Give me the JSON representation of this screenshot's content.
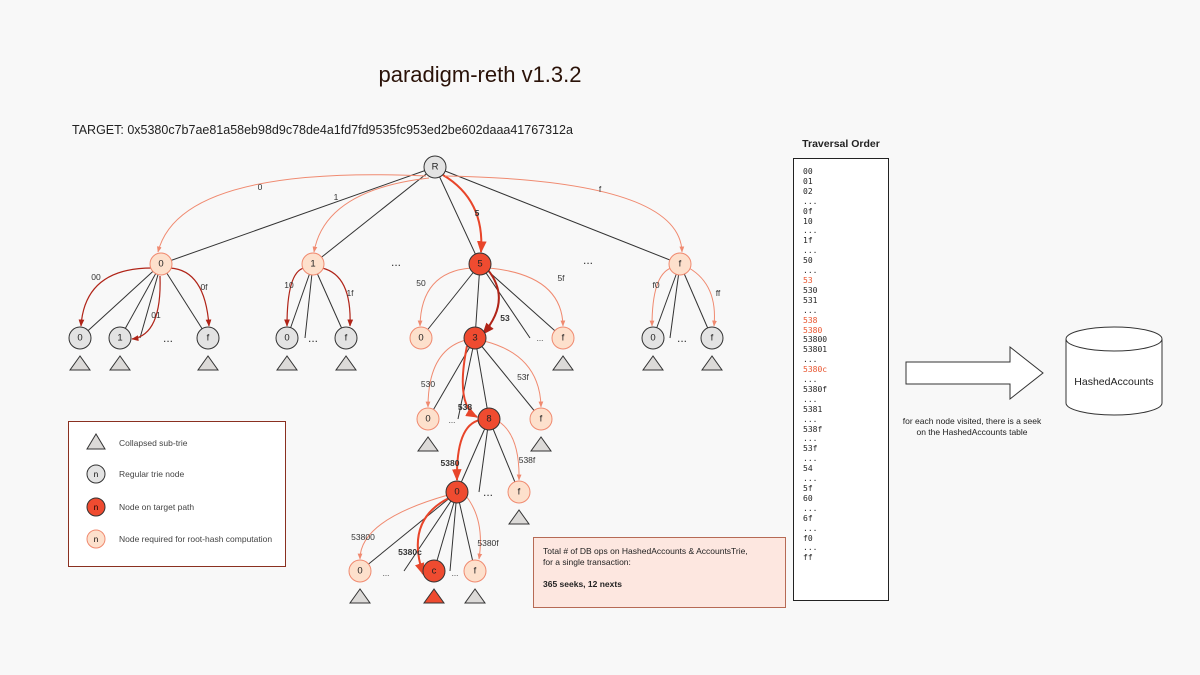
{
  "title": "paradigm-reth v1.3.2",
  "target": "TARGET: 0x5380c7b7ae81a58eb98d9c78de4a1fd7fd9535fc953ed2be602daaa41767312a",
  "traversal": {
    "title": "Traversal Order",
    "items": [
      {
        "t": "00",
        "hl": false
      },
      {
        "t": "01",
        "hl": false
      },
      {
        "t": "02",
        "hl": false
      },
      {
        "t": "...",
        "hl": false
      },
      {
        "t": "0f",
        "hl": false
      },
      {
        "t": "10",
        "hl": false
      },
      {
        "t": "...",
        "hl": false
      },
      {
        "t": "1f",
        "hl": false
      },
      {
        "t": "...",
        "hl": false
      },
      {
        "t": "50",
        "hl": false
      },
      {
        "t": "...",
        "hl": false
      },
      {
        "t": "53",
        "hl": true
      },
      {
        "t": "530",
        "hl": false
      },
      {
        "t": "531",
        "hl": false
      },
      {
        "t": "...",
        "hl": false
      },
      {
        "t": "538",
        "hl": true
      },
      {
        "t": "5380",
        "hl": true
      },
      {
        "t": "53800",
        "hl": false
      },
      {
        "t": "53801",
        "hl": false
      },
      {
        "t": "...",
        "hl": false
      },
      {
        "t": "5380c",
        "hl": true
      },
      {
        "t": "...",
        "hl": false
      },
      {
        "t": "5380f",
        "hl": false
      },
      {
        "t": "...",
        "hl": false
      },
      {
        "t": "5381",
        "hl": false
      },
      {
        "t": "...",
        "hl": false
      },
      {
        "t": "538f",
        "hl": false
      },
      {
        "t": "...",
        "hl": false
      },
      {
        "t": "53f",
        "hl": false
      },
      {
        "t": "...",
        "hl": false
      },
      {
        "t": "54",
        "hl": false
      },
      {
        "t": "...",
        "hl": false
      },
      {
        "t": "5f",
        "hl": false
      },
      {
        "t": "60",
        "hl": false
      },
      {
        "t": "...",
        "hl": false
      },
      {
        "t": "6f",
        "hl": false
      },
      {
        "t": "...",
        "hl": false
      },
      {
        "t": "f0",
        "hl": false
      },
      {
        "t": "...",
        "hl": false
      },
      {
        "t": "ff",
        "hl": false
      }
    ]
  },
  "legend": {
    "collapsed": "Collapsed sub-trie",
    "regular_symbol": "n",
    "regular": "Regular trie node",
    "target_symbol": "n",
    "target_path": "Node on target path",
    "required_symbol": "n",
    "required": "Node required for root-hash computation"
  },
  "totals": {
    "line1": "Total # of DB ops on HashedAccounts & AccountsTrie,",
    "line2": "for a single transaction:",
    "summary": "365 seeks, 12 nexts"
  },
  "note": "for each node visited, there is a seek on the HashedAccounts table",
  "database": "HashedAccounts",
  "colors": {
    "regular": "#e3e3e3",
    "target": "#ef4b30",
    "required": "#fde0cc",
    "edge_red": "#e8452a",
    "edge_light": "#f08a70",
    "outline": "#333333"
  },
  "trie": {
    "root": {
      "label": "R"
    },
    "l1": {
      "n0": "0",
      "n1": "1",
      "n5": "5",
      "nf": "f",
      "ellipsis_a": "...",
      "ellipsis_b": "..."
    },
    "l1_edges": {
      "e0": "0",
      "e1": "1",
      "e5": "5",
      "ef": "f"
    },
    "sub0": {
      "c0": "0",
      "c1": "1",
      "cf": "f",
      "ellipsis": "...",
      "e00": "00",
      "e01": "01",
      "e0f": "0f"
    },
    "sub1": {
      "c0": "0",
      "cf": "f",
      "ellipsis": "...",
      "e10": "10",
      "e1f": "1f"
    },
    "sub5": {
      "c0": "0",
      "c3": "3",
      "cf": "f",
      "ellipsis": "...",
      "e50": "50",
      "e53": "53",
      "e5f": "5f"
    },
    "subf": {
      "c0": "0",
      "cf": "f",
      "ellipsis": "...",
      "ef0": "f0",
      "eff": "ff"
    },
    "sub53": {
      "c0": "0",
      "c8": "8",
      "cf": "f",
      "ellipsis": "...",
      "e530": "530",
      "e538": "538",
      "e53f": "53f"
    },
    "sub538": {
      "c0": "0",
      "cf": "f",
      "ellipsis": "...",
      "e5380": "5380",
      "e538f": "538f"
    },
    "sub5380": {
      "c0": "0",
      "cc": "c",
      "cf": "f",
      "ellipsis": "...",
      "e53800": "53800",
      "e5380c": "5380c",
      "e5380f": "5380f"
    }
  }
}
